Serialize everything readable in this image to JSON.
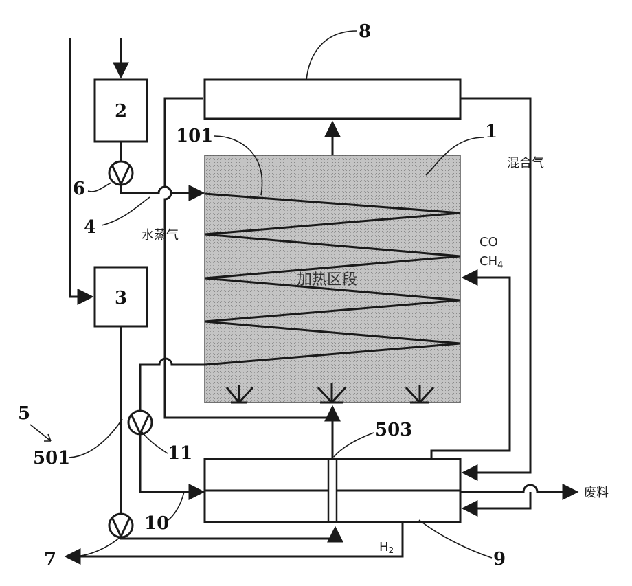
{
  "labels": {
    "n1": "1",
    "n2": "2",
    "n3": "3",
    "n4": "4",
    "n5": "5",
    "n6": "6",
    "n7": "7",
    "n8": "8",
    "n9": "9",
    "n10": "10",
    "n11": "11",
    "n101": "101",
    "n501": "501",
    "n503": "503"
  },
  "text": {
    "heating_section": "加热区段",
    "steam": "水蒸气",
    "mixed_gas": "混合气",
    "co": "CO",
    "ch4": "CH",
    "ch4_sub": "4",
    "waste": "废料",
    "h2": "H",
    "h2_sub": "2"
  },
  "colors": {
    "line": "#1a1a1a",
    "heating_fill": "#b9b9b9"
  }
}
